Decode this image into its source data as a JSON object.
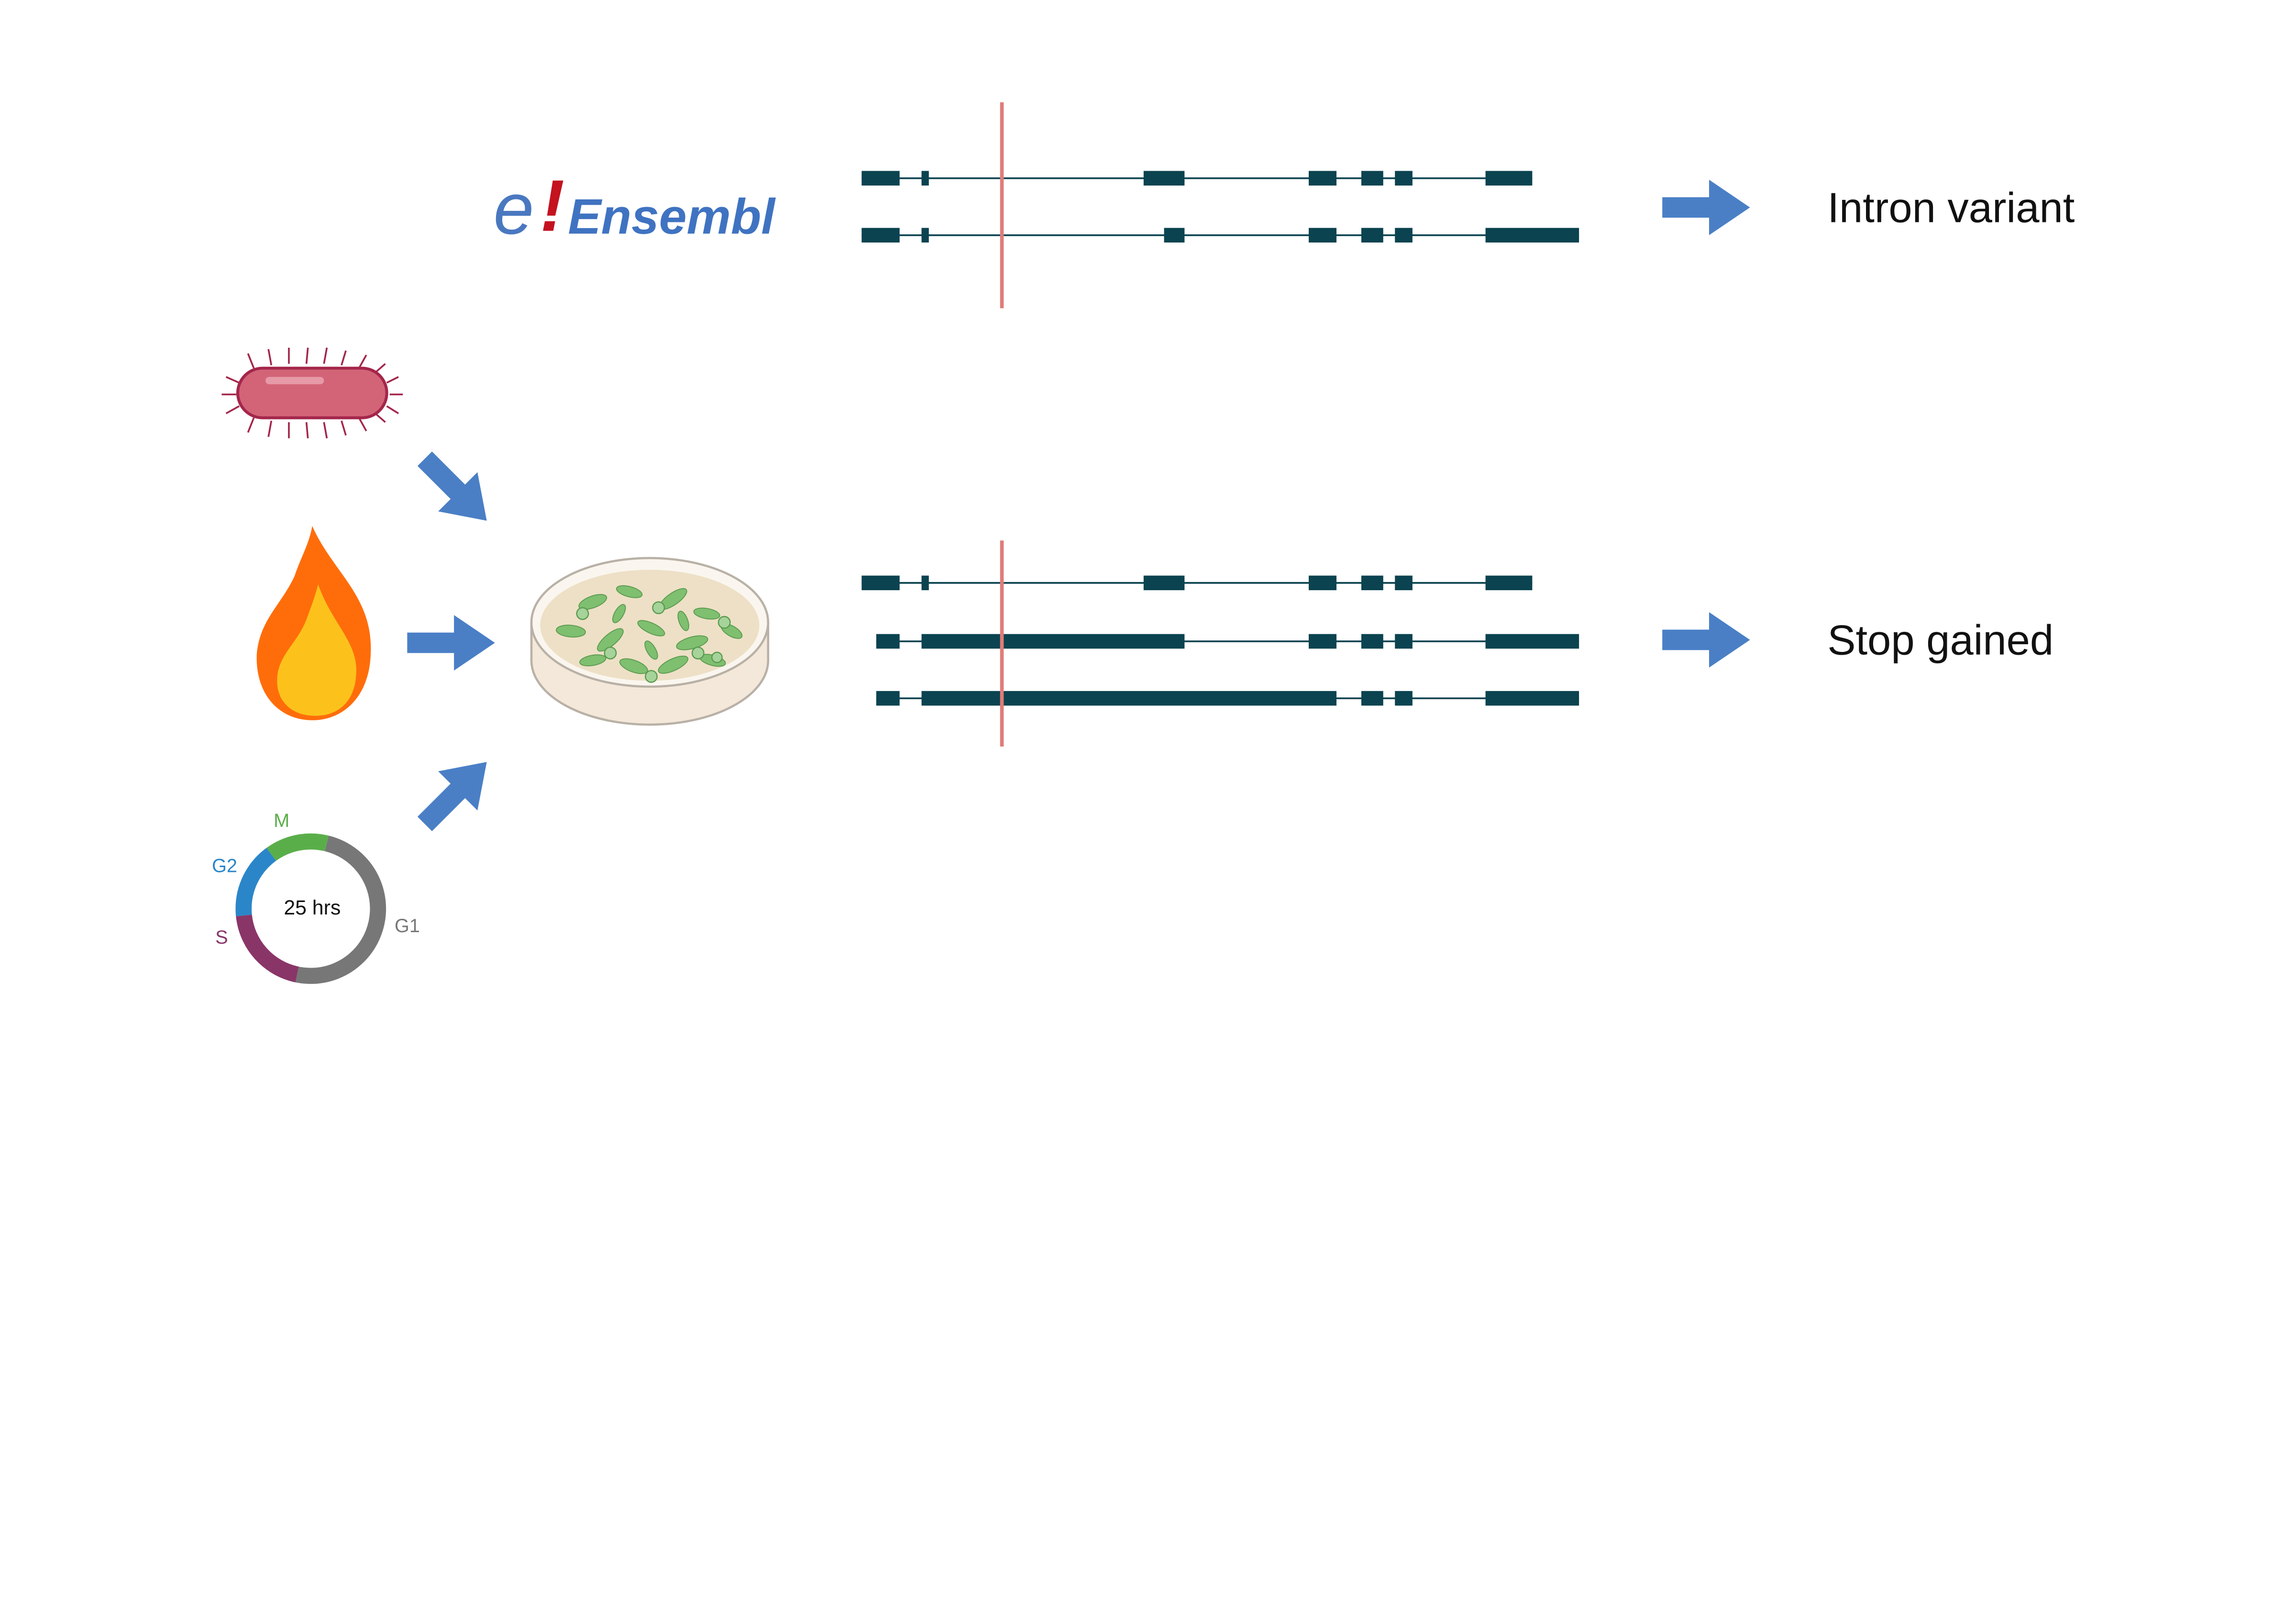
{
  "ensembl_logo": {
    "e_text": "e",
    "bang_text": "!",
    "word_text": "Ensembl"
  },
  "outcomes": {
    "top_label": "Intron variant",
    "bottom_label": "Stop gained"
  },
  "cell_cycle": {
    "center_label": "25 hrs",
    "phases": [
      {
        "name": "M",
        "color": "#5aae4a"
      },
      {
        "name": "G2",
        "color": "#2a86c8"
      },
      {
        "name": "S",
        "color": "#8a3568"
      },
      {
        "name": "G1",
        "color": "#777777"
      }
    ]
  },
  "colors": {
    "arrow": "#4a7fc6",
    "transcript": "#0b4350",
    "variant_line": "#e07c78",
    "bacterium": "#d36478",
    "flame_outer": "#ff6d0a",
    "flame_inner": "#fcc21b"
  },
  "icons": [
    "bacterium-icon",
    "flame-icon",
    "cell-culture-dish-icon",
    "cell-cycle-icon",
    "ensembl-logo",
    "arrow-icon"
  ]
}
